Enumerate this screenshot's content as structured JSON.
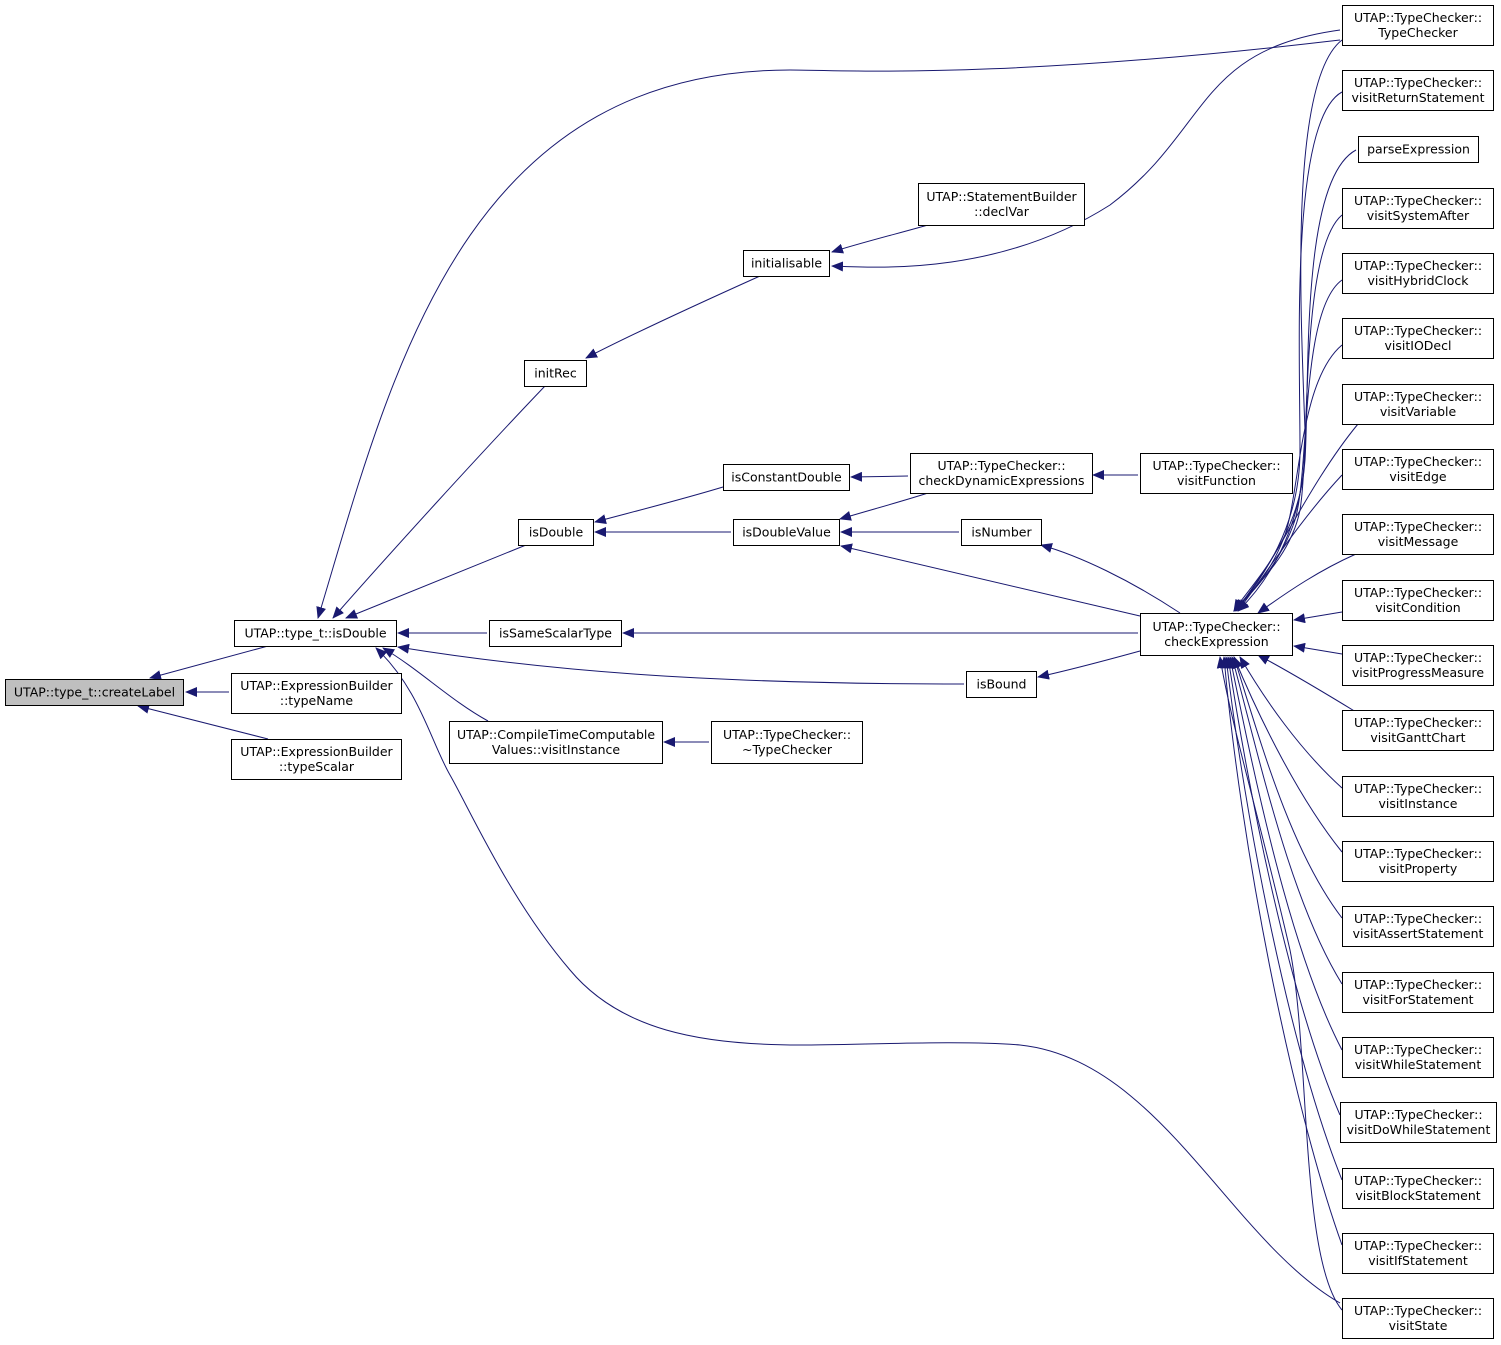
{
  "diagram": {
    "colors": {
      "edge": "#191970",
      "arrowhead": "#191970",
      "node_fill": "#ffffff",
      "root_fill": "#bfbfbf",
      "node_border": "#000000"
    },
    "nodes": {
      "createLabel": [
        "UTAP::type_t::createLabel"
      ],
      "isDoubleT": [
        "UTAP::type_t::isDouble"
      ],
      "ebTypeName": [
        "UTAP::ExpressionBuilder",
        "::typeName"
      ],
      "ebTypeScalar": [
        "UTAP::ExpressionBuilder",
        "::typeScalar"
      ],
      "initRec": [
        "initRec"
      ],
      "initialisable": [
        "initialisable"
      ],
      "sbDeclVar": [
        "UTAP::StatementBuilder",
        "::declVar"
      ],
      "isDouble": [
        "isDouble"
      ],
      "isConstantDouble": [
        "isConstantDouble"
      ],
      "isDoubleValue": [
        "isDoubleValue"
      ],
      "checkDyn": [
        "UTAP::TypeChecker::",
        "checkDynamicExpressions"
      ],
      "visitFunction": [
        "UTAP::TypeChecker::",
        "visitFunction"
      ],
      "isNumber": [
        "isNumber"
      ],
      "isSameScalarType": [
        "isSameScalarType"
      ],
      "isBound": [
        "isBound"
      ],
      "checkExpression": [
        "UTAP::TypeChecker::",
        "checkExpression"
      ],
      "ctcVisitInstance": [
        "UTAP::CompileTimeComputable",
        "Values::visitInstance"
      ],
      "tcDestructor": [
        "UTAP::TypeChecker::",
        "~TypeChecker"
      ],
      "tcTypeChecker": [
        "UTAP::TypeChecker::",
        "TypeChecker"
      ],
      "visitReturnStatement": [
        "UTAP::TypeChecker::",
        "visitReturnStatement"
      ],
      "parseExpression": [
        "parseExpression"
      ],
      "visitSystemAfter": [
        "UTAP::TypeChecker::",
        "visitSystemAfter"
      ],
      "visitHybridClock": [
        "UTAP::TypeChecker::",
        "visitHybridClock"
      ],
      "visitIODecl": [
        "UTAP::TypeChecker::",
        "visitIODecl"
      ],
      "visitVariable": [
        "UTAP::TypeChecker::",
        "visitVariable"
      ],
      "visitEdge": [
        "UTAP::TypeChecker::",
        "visitEdge"
      ],
      "visitMessage": [
        "UTAP::TypeChecker::",
        "visitMessage"
      ],
      "visitCondition": [
        "UTAP::TypeChecker::",
        "visitCondition"
      ],
      "visitProgressMeasure": [
        "UTAP::TypeChecker::",
        "visitProgressMeasure"
      ],
      "visitGanttChart": [
        "UTAP::TypeChecker::",
        "visitGanttChart"
      ],
      "visitInstance": [
        "UTAP::TypeChecker::",
        "visitInstance"
      ],
      "visitProperty": [
        "UTAP::TypeChecker::",
        "visitProperty"
      ],
      "visitAssertStatement": [
        "UTAP::TypeChecker::",
        "visitAssertStatement"
      ],
      "visitForStatement": [
        "UTAP::TypeChecker::",
        "visitForStatement"
      ],
      "visitWhileStatement": [
        "UTAP::TypeChecker::",
        "visitWhileStatement"
      ],
      "visitDoWhileStatement": [
        "UTAP::TypeChecker::",
        "visitDoWhileStatement"
      ],
      "visitBlockStatement": [
        "UTAP::TypeChecker::",
        "visitBlockStatement"
      ],
      "visitIfStatement": [
        "UTAP::TypeChecker::",
        "visitIfStatement"
      ],
      "visitState": [
        "UTAP::TypeChecker::",
        "visitState"
      ]
    }
  }
}
